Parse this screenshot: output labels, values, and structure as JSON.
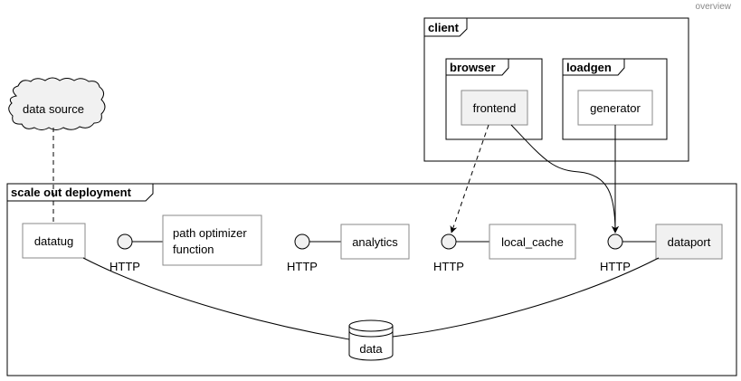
{
  "diagram": {
    "corner_label": "overview",
    "frames": {
      "client": "client",
      "browser": "browser",
      "loadgen": "loadgen",
      "deployment": "scale out deployment"
    },
    "nodes": {
      "data_source": "data source",
      "frontend": "frontend",
      "generator": "generator",
      "datatug": "datatug",
      "path_optimizer_line1": "path optimizer",
      "path_optimizer_line2": "function",
      "analytics": "analytics",
      "local_cache": "local_cache",
      "dataport": "dataport",
      "data": "data"
    },
    "interfaces": {
      "http_1": "HTTP",
      "http_2": "HTTP",
      "http_3": "HTTP",
      "http_4": "HTTP"
    },
    "colors": {
      "highlight_fill": "#f1f1f1",
      "node_fill": "#ffffff",
      "line": "#000000",
      "node_border": "#8a8a8a"
    }
  }
}
